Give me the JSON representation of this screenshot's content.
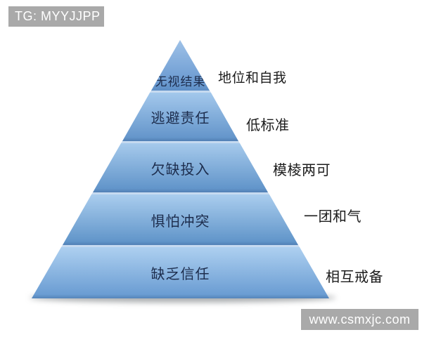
{
  "watermarks": {
    "top_left": "TG: MYYJJPP",
    "bottom_right": "www.csmxjc.com"
  },
  "pyramid": {
    "levels": [
      {
        "label": "无视结果",
        "side_label": "地位和自我"
      },
      {
        "label": "逃避责任",
        "side_label": "低标准"
      },
      {
        "label": "欠缺投入",
        "side_label": "模棱两可"
      },
      {
        "label": "惧怕冲突",
        "side_label": "一团和气"
      },
      {
        "label": "缺乏信任",
        "side_label": "相互戒备"
      }
    ]
  },
  "colors": {
    "banner_bg": "#a9a9a9",
    "banner_text": "#ffffff",
    "tier_gradient_top": "#a6caec",
    "tier_gradient_bottom": "#6094ca",
    "tier_edge_dark": "#517fb4",
    "separator": "#c6daf0",
    "tier_label_text": "#1d2d4d",
    "side_label_text": "#1c1c1c",
    "background": "#ffffff"
  },
  "chart_data": {
    "type": "pyramid",
    "orientation": "top-to-bottom",
    "levels_top_to_bottom": [
      {
        "level": 1,
        "dysfunction": "无视结果",
        "symptom": "地位和自我"
      },
      {
        "level": 2,
        "dysfunction": "逃避责任",
        "symptom": "低标准"
      },
      {
        "level": 3,
        "dysfunction": "欠缺投入",
        "symptom": "模棱两可"
      },
      {
        "level": 4,
        "dysfunction": "惧怕冲突",
        "symptom": "一团和气"
      },
      {
        "level": 5,
        "dysfunction": "缺乏信任",
        "symptom": "相互戒备"
      }
    ]
  }
}
